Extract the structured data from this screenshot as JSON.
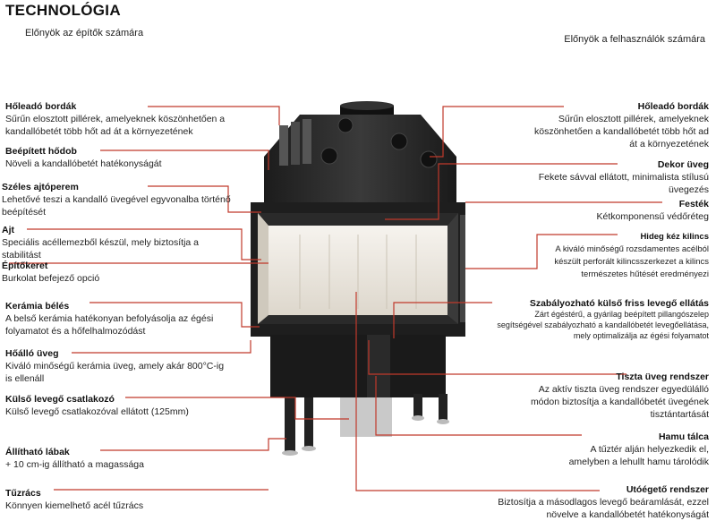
{
  "title": "TECHNOLÓGIA",
  "subtitle_left": "Előnyök az építők számára",
  "subtitle_right": "Előnyök a felhasználók számára",
  "left_labels": [
    {
      "title": "Hőleadó bordák",
      "text": "Sűrűn elosztott pillérek, amelyeknek köszönhetően a kandallóbetét több hőt ad át a környezetének"
    },
    {
      "title": "Beépített hődob",
      "text": "Növeli a kandallóbetét hatékonyságát"
    },
    {
      "title": "Széles ajtóperem",
      "text": "Lehetővé teszi a kandalló üvegével egyvonalba történő beépítését"
    },
    {
      "title": "Ajt",
      "text": "Speciális acéllemezből készül, mely biztosítja a stabilitást"
    },
    {
      "title": "Építőkeret",
      "text": "Burkolat befejező opció"
    },
    {
      "title": "Kerámia bélés",
      "text": "A belső kerámia hatékonyan befolyásolja az égési folyamatot és a hőfelhalmozódást"
    },
    {
      "title": "Hőálló üveg",
      "text": "Kiváló minőségű kerámia üveg, amely akár 800°C-ig is ellenáll"
    },
    {
      "title": "Külső levegő csatlakozó",
      "text": "Külső levegő csatlakozóval ellátott (125mm)"
    },
    {
      "title": "Állítható lábak",
      "text": "+ 10 cm-ig állítható a magassága"
    },
    {
      "title": "Tűzrács",
      "text": "Könnyen kiemelhető acél tűzrács"
    }
  ],
  "right_labels": [
    {
      "title": "Hőleadó bordák",
      "text": "Sűrűn elosztott pillérek, amelyeknek köszönhetően a kandallóbetét több hőt ad át a környezetének"
    },
    {
      "title": "Dekor üveg",
      "text": "Fekete sávval ellátott, minimalista stílusú üvegezés"
    },
    {
      "title": "Festék",
      "text": "Kétkomponensű védőréteg"
    },
    {
      "title": "Hideg kéz kilincs",
      "text": "A kiváló minőségű rozsdamentes acélból készült perforált kilincsszerkezet a kilincs természetes hűtését eredményezi"
    },
    {
      "title": "Szabályozható külső friss levegő ellátás",
      "text": "Zárt égéstérű, a gyárilag beépített pillangószelep segítségével szabályozható a kandallóbetét levegőellátása, mely optimalizálja az égési folyamatot"
    },
    {
      "title": "Tiszta üveg rendszer",
      "text": "Az aktív tiszta üveg rendszer egyedülálló módon biztosítja a kandallóbetét üvegének tisztántartását"
    },
    {
      "title": "Hamu tálca",
      "text": "A tűztér alján helyezkedik el, amelyben a lehullt hamu tárolódik"
    },
    {
      "title": "Utóégető rendszer",
      "text": "Biztosítja a másodlagos levegő beáramlását, ezzel növelve a kandallóbetét hatékonyságát"
    }
  ],
  "colors": {
    "leader": "#c0392b",
    "body": "#2b2b2b",
    "glass": "#f2efe9"
  }
}
